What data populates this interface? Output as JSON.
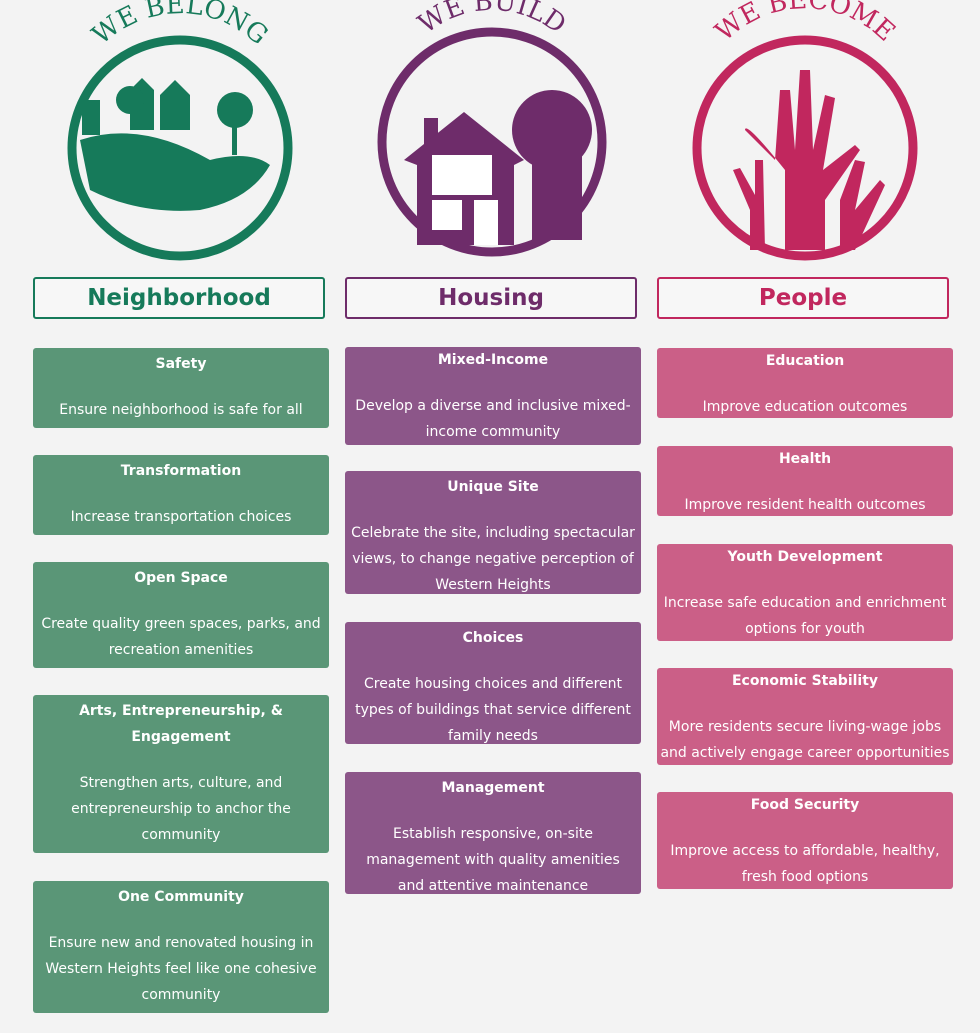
{
  "colors": {
    "green": "#167a5a",
    "purple": "#6e2c6a",
    "pink": "#c1275e"
  },
  "columns": [
    {
      "logo_text": "WE BELONG",
      "logo_icon": "hand-holding-neighborhood-icon",
      "header": "Neighborhood",
      "cards": [
        {
          "title": "Safety",
          "desc": "Ensure neighborhood is safe for all"
        },
        {
          "title": "Transformation",
          "desc": "Increase transportation choices"
        },
        {
          "title": "Open Space",
          "desc": "Create quality green spaces, parks, and recreation amenities"
        },
        {
          "title": "Arts, Entrepreneurship, & Engagement",
          "desc": "Strengthen arts, culture, and entrepreneurship to anchor the community"
        },
        {
          "title": "One Community",
          "desc": "Ensure new and renovated housing in Western Heights feel like one cohesive community"
        }
      ]
    },
    {
      "logo_text": "WE BUILD",
      "logo_icon": "house-icon",
      "header": "Housing",
      "cards": [
        {
          "title": "Mixed-Income",
          "desc": "Develop a diverse and inclusive mixed-income community"
        },
        {
          "title": "Unique Site",
          "desc": "Celebrate the site, including spectacular views, to change negative perception of Western Heights"
        },
        {
          "title": "Choices",
          "desc": "Create housing choices and different types of buildings that service different family needs"
        },
        {
          "title": "Management",
          "desc": "Establish responsive, on-site management with quality amenities and attentive maintenance"
        }
      ]
    },
    {
      "logo_text": "WE BECOME",
      "logo_icon": "raised-hands-icon",
      "header": "People",
      "cards": [
        {
          "title": "Education",
          "desc": "Improve education outcomes"
        },
        {
          "title": "Health",
          "desc": "Improve resident health outcomes"
        },
        {
          "title": "Youth Development",
          "desc": "Increase safe education and enrichment options for youth"
        },
        {
          "title": "Economic Stability",
          "desc": "More residents secure living-wage jobs and actively engage career opportunities"
        },
        {
          "title": "Food Security",
          "desc": "Improve access to affordable, healthy, fresh food options"
        }
      ]
    }
  ]
}
